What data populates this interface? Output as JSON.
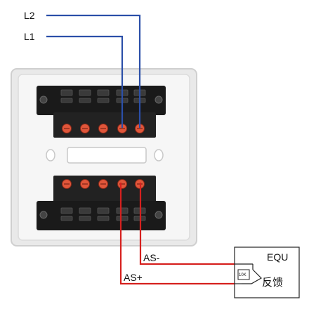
{
  "labels": {
    "l2": "L2",
    "l1": "L1",
    "as_minus": "AS-",
    "as_plus": "AS+",
    "equ": "EQU",
    "feedback": "反馈",
    "resistor": "10K"
  },
  "colors": {
    "line_blue": "#2b4fa8",
    "line_red": "#d6201e",
    "housing": "#eeeeee",
    "terminal_block": "#1a1a1a",
    "terminal_screw": "#e0563a"
  },
  "terminal_blocks": {
    "top": {
      "screw_count": 5
    },
    "bottom": {
      "screw_count": 5
    }
  }
}
